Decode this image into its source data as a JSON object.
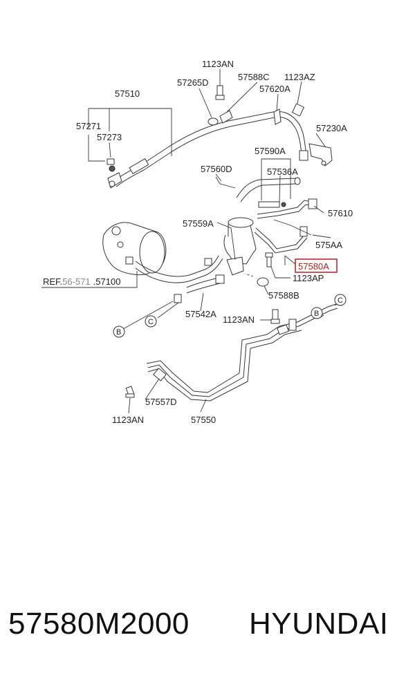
{
  "labels": {
    "p1123an_top": "1123AN",
    "p57265d": "57265D",
    "p57588c": "57588C",
    "p1123az": "1123AZ",
    "p57510": "57510",
    "p57620a": "57620A",
    "p57271": "57271",
    "p57273": "57273",
    "p57230a": "57230A",
    "p57590a": "57590A",
    "p57560d": "57560D",
    "p57536a": "57536A",
    "p57610": "57610",
    "p57559a": "57559A",
    "p575aa": "575AA",
    "p57580a": "57580A",
    "ref_prefix": "REF.",
    "ref_code": "56-571",
    "ref_part": ".57100",
    "p1123ap": "1123AP",
    "p57588b": "57588B",
    "p57542a": "57542A",
    "p1123an_mid": "1123AN",
    "p57557d": "57557D",
    "p1123an_bot": "1123AN",
    "p57550": "57550"
  },
  "markers": {
    "b_left": "B",
    "c_left": "C",
    "b_right": "B",
    "c_right": "C"
  },
  "highlight_color": "#c0282d",
  "footer": {
    "part_number": "57580M2000",
    "brand": "HYUNDAI"
  }
}
